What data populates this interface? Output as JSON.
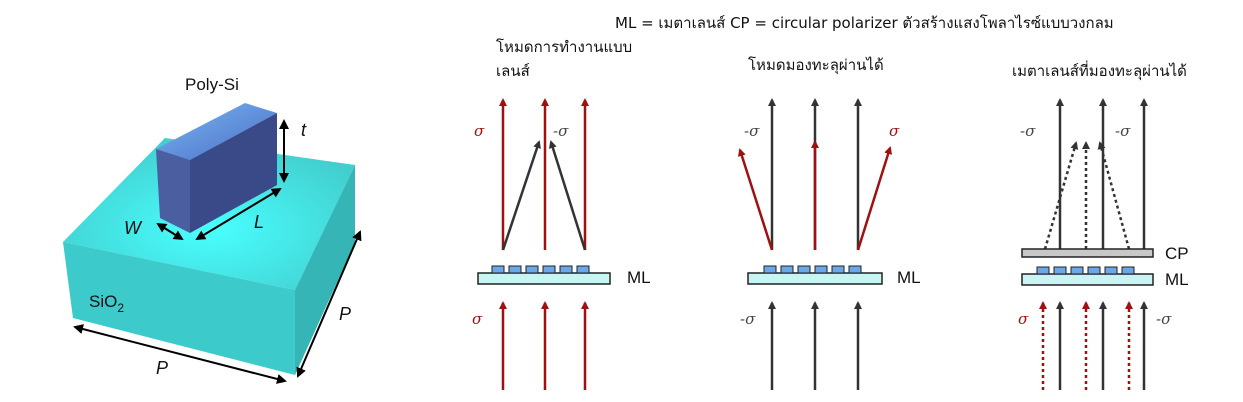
{
  "legend": "ML = เมตาเลนส์    CP = circular polarizer ตัวสร้างแสงโพลาไรซ์แบบวงกลม",
  "structure": {
    "pillar_label": "Poly-Si",
    "substrate_label": "SiO",
    "substrate_subscript": "2",
    "dim_t": "t",
    "dim_w": "W",
    "dim_l": "L",
    "dim_p": "P"
  },
  "panels": [
    {
      "title_line1": "โหมดการทำงานแบบ",
      "title_line2": "เลนส์",
      "plate_label": "ML",
      "top_left_sigma": "σ",
      "top_right_sigma": "-σ",
      "bottom_sigma": "σ"
    },
    {
      "title": "โหมดมองทะลุผ่านได้",
      "plate_label": "ML",
      "top_left_sigma": "-σ",
      "top_right_sigma": "σ",
      "bottom_sigma": "-σ"
    },
    {
      "title": "เมตาเลนส์ที่มองทะลุผ่านได้",
      "cp_label": "CP",
      "plate_label": "ML",
      "top_left_sigma": "-σ",
      "top_right_sigma": "-σ",
      "bottom_left_sigma": "σ",
      "bottom_right_sigma": "-σ"
    }
  ],
  "colors": {
    "red": "#a01010",
    "black": "#333333",
    "substrate": "#3fd8d8",
    "pillar": "#3c4d8c",
    "plate": "#c8f4f4",
    "cp": "#c8c8c8"
  }
}
